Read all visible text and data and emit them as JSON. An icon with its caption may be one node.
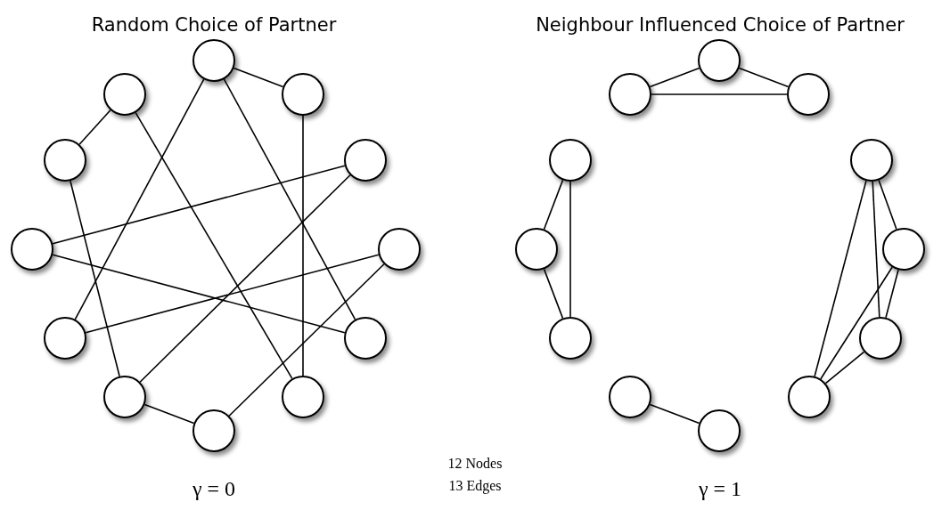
{
  "diagram": {
    "nodes": [
      {
        "text": [],
        "shape": "circle"
      },
      {
        "text": [],
        "shape": "circle"
      },
      {
        "text": [],
        "shape": "circle"
      },
      {
        "text": [],
        "shape": "circle"
      },
      {
        "text": [],
        "shape": "circle"
      },
      {
        "text": [],
        "shape": "circle"
      },
      {
        "text": [],
        "shape": "circle"
      },
      {
        "text": [],
        "shape": "circle"
      },
      {
        "text": [],
        "shape": "circle"
      },
      {
        "text": [],
        "shape": "circle"
      },
      {
        "text": [],
        "shape": "circle"
      },
      {
        "text": [],
        "shape": "circle"
      },
      {
        "text": [],
        "shape": "circle"
      },
      {
        "text": [],
        "shape": "circle"
      },
      {
        "text": [],
        "shape": "circle"
      },
      {
        "text": [],
        "shape": "circle"
      },
      {
        "text": [],
        "shape": "circle"
      },
      {
        "text": [],
        "shape": "circle"
      },
      {
        "text": [],
        "shape": "circle"
      },
      {
        "text": [],
        "shape": "circle"
      },
      {
        "text": [],
        "shape": "circle"
      },
      {
        "text": [],
        "shape": "circle"
      },
      {
        "text": [],
        "shape": "circle"
      },
      {
        "text": [],
        "shape": "circle"
      }
    ],
    "edges": [
      {
        "from": 0,
        "to": 2,
        "arrow": "none"
      },
      {
        "from": 1,
        "to": 3,
        "arrow": "none"
      },
      {
        "from": 0,
        "to": 7,
        "arrow": "none"
      },
      {
        "from": 0,
        "to": 8,
        "arrow": "none"
      },
      {
        "from": 2,
        "to": 10,
        "arrow": "none"
      },
      {
        "from": 1,
        "to": 10,
        "arrow": "none"
      },
      {
        "from": 3,
        "to": 9,
        "arrow": "none"
      },
      {
        "from": 5,
        "to": 4,
        "arrow": "none"
      },
      {
        "from": 5,
        "to": 8,
        "arrow": "none"
      },
      {
        "from": 7,
        "to": 6,
        "arrow": "none"
      },
      {
        "from": 9,
        "to": 4,
        "arrow": "none"
      },
      {
        "from": 9,
        "to": 11,
        "arrow": "none"
      },
      {
        "from": 11,
        "to": 6,
        "arrow": "none"
      },
      {
        "from": 13,
        "to": 12,
        "arrow": "none"
      },
      {
        "from": 12,
        "to": 14,
        "arrow": "none"
      },
      {
        "from": 13,
        "to": 14,
        "arrow": "none"
      },
      {
        "from": 15,
        "to": 17,
        "arrow": "none"
      },
      {
        "from": 17,
        "to": 19,
        "arrow": "none"
      },
      {
        "from": 15,
        "to": 19,
        "arrow": "none"
      },
      {
        "from": 21,
        "to": 23,
        "arrow": "none"
      },
      {
        "from": 16,
        "to": 18,
        "arrow": "none"
      },
      {
        "from": 16,
        "to": 20,
        "arrow": "none"
      },
      {
        "from": 16,
        "to": 22,
        "arrow": "none"
      },
      {
        "from": 18,
        "to": 20,
        "arrow": "none"
      },
      {
        "from": 18,
        "to": 22,
        "arrow": "none"
      },
      {
        "from": 20,
        "to": 22,
        "arrow": "none"
      }
    ],
    "labels": [
      "Random Choice of Partner",
      "Neighbour Influenced Choice of Partner",
      "12 Nodes",
      "γ = 0",
      "13 Edges",
      "γ = 1"
    ]
  }
}
